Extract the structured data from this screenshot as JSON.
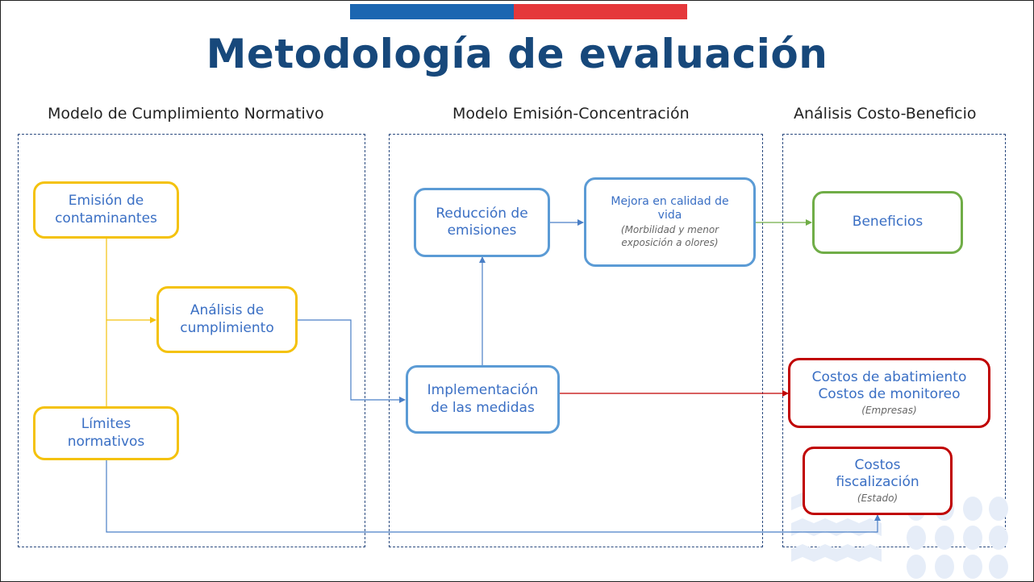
{
  "title": "Metodología de evaluación",
  "sections": {
    "left": "Modelo de Cumplimiento Normativo",
    "middle": "Modelo Emisión-Concentración",
    "right": "Análisis Costo-Beneficio"
  },
  "nodes": {
    "emision": {
      "line1": "Emisión de",
      "line2": "contaminantes"
    },
    "analisis": {
      "line1": "Análisis de",
      "line2": "cumplimiento"
    },
    "limites": {
      "line1": "Límites",
      "line2": "normativos"
    },
    "reduccion": {
      "line1": "Reducción de",
      "line2": "emisiones"
    },
    "mejora": {
      "line1": "Mejora en calidad de",
      "line2": "vida",
      "sub1": "(Morbilidad y menor",
      "sub2": "exposición a olores)"
    },
    "implementacion": {
      "line1": "Implementación",
      "line2": "de las medidas"
    },
    "beneficios": {
      "line1": "Beneficios"
    },
    "costos_abatimiento": {
      "line1": "Costos de abatimiento",
      "line2": "Costos de monitoreo",
      "sub": "(Empresas)"
    },
    "costos_fiscalizacion": {
      "line1": "Costos",
      "line2": "fiscalización",
      "sub": "(Estado)"
    }
  },
  "colors": {
    "title": "#17487b",
    "yellow": "#f4c20d",
    "blue": "#5b9bd5",
    "green": "#70ad47",
    "red": "#c00000",
    "bar_blue": "#1b66b1",
    "bar_red": "#e5383b"
  }
}
